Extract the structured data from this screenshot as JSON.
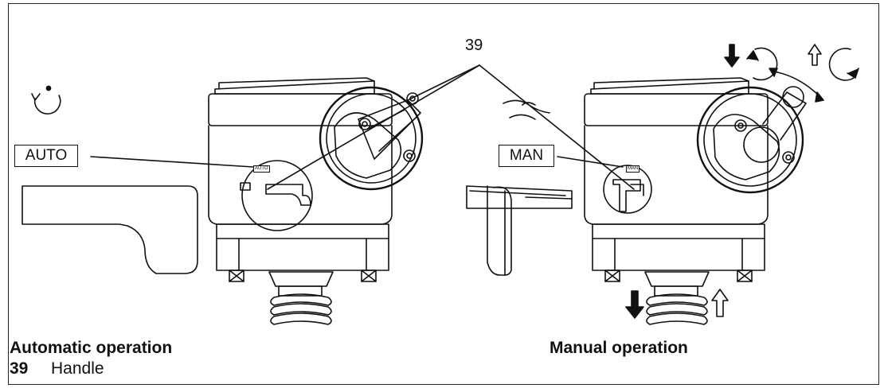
{
  "callout_number": "39",
  "labels": {
    "auto_box": "AUTO",
    "man_box": "MAN",
    "auto_small": "AUTO",
    "man_small": "MAN"
  },
  "captions": {
    "left": "Automatic operation",
    "right": "Manual operation"
  },
  "legend": {
    "number": "39",
    "text": "Handle"
  },
  "icons": [
    "rotation-dot-icon",
    "down-arrow-ccw-icon",
    "up-arrow-cw-icon",
    "down-arrow-icon",
    "up-arrow-icon"
  ]
}
